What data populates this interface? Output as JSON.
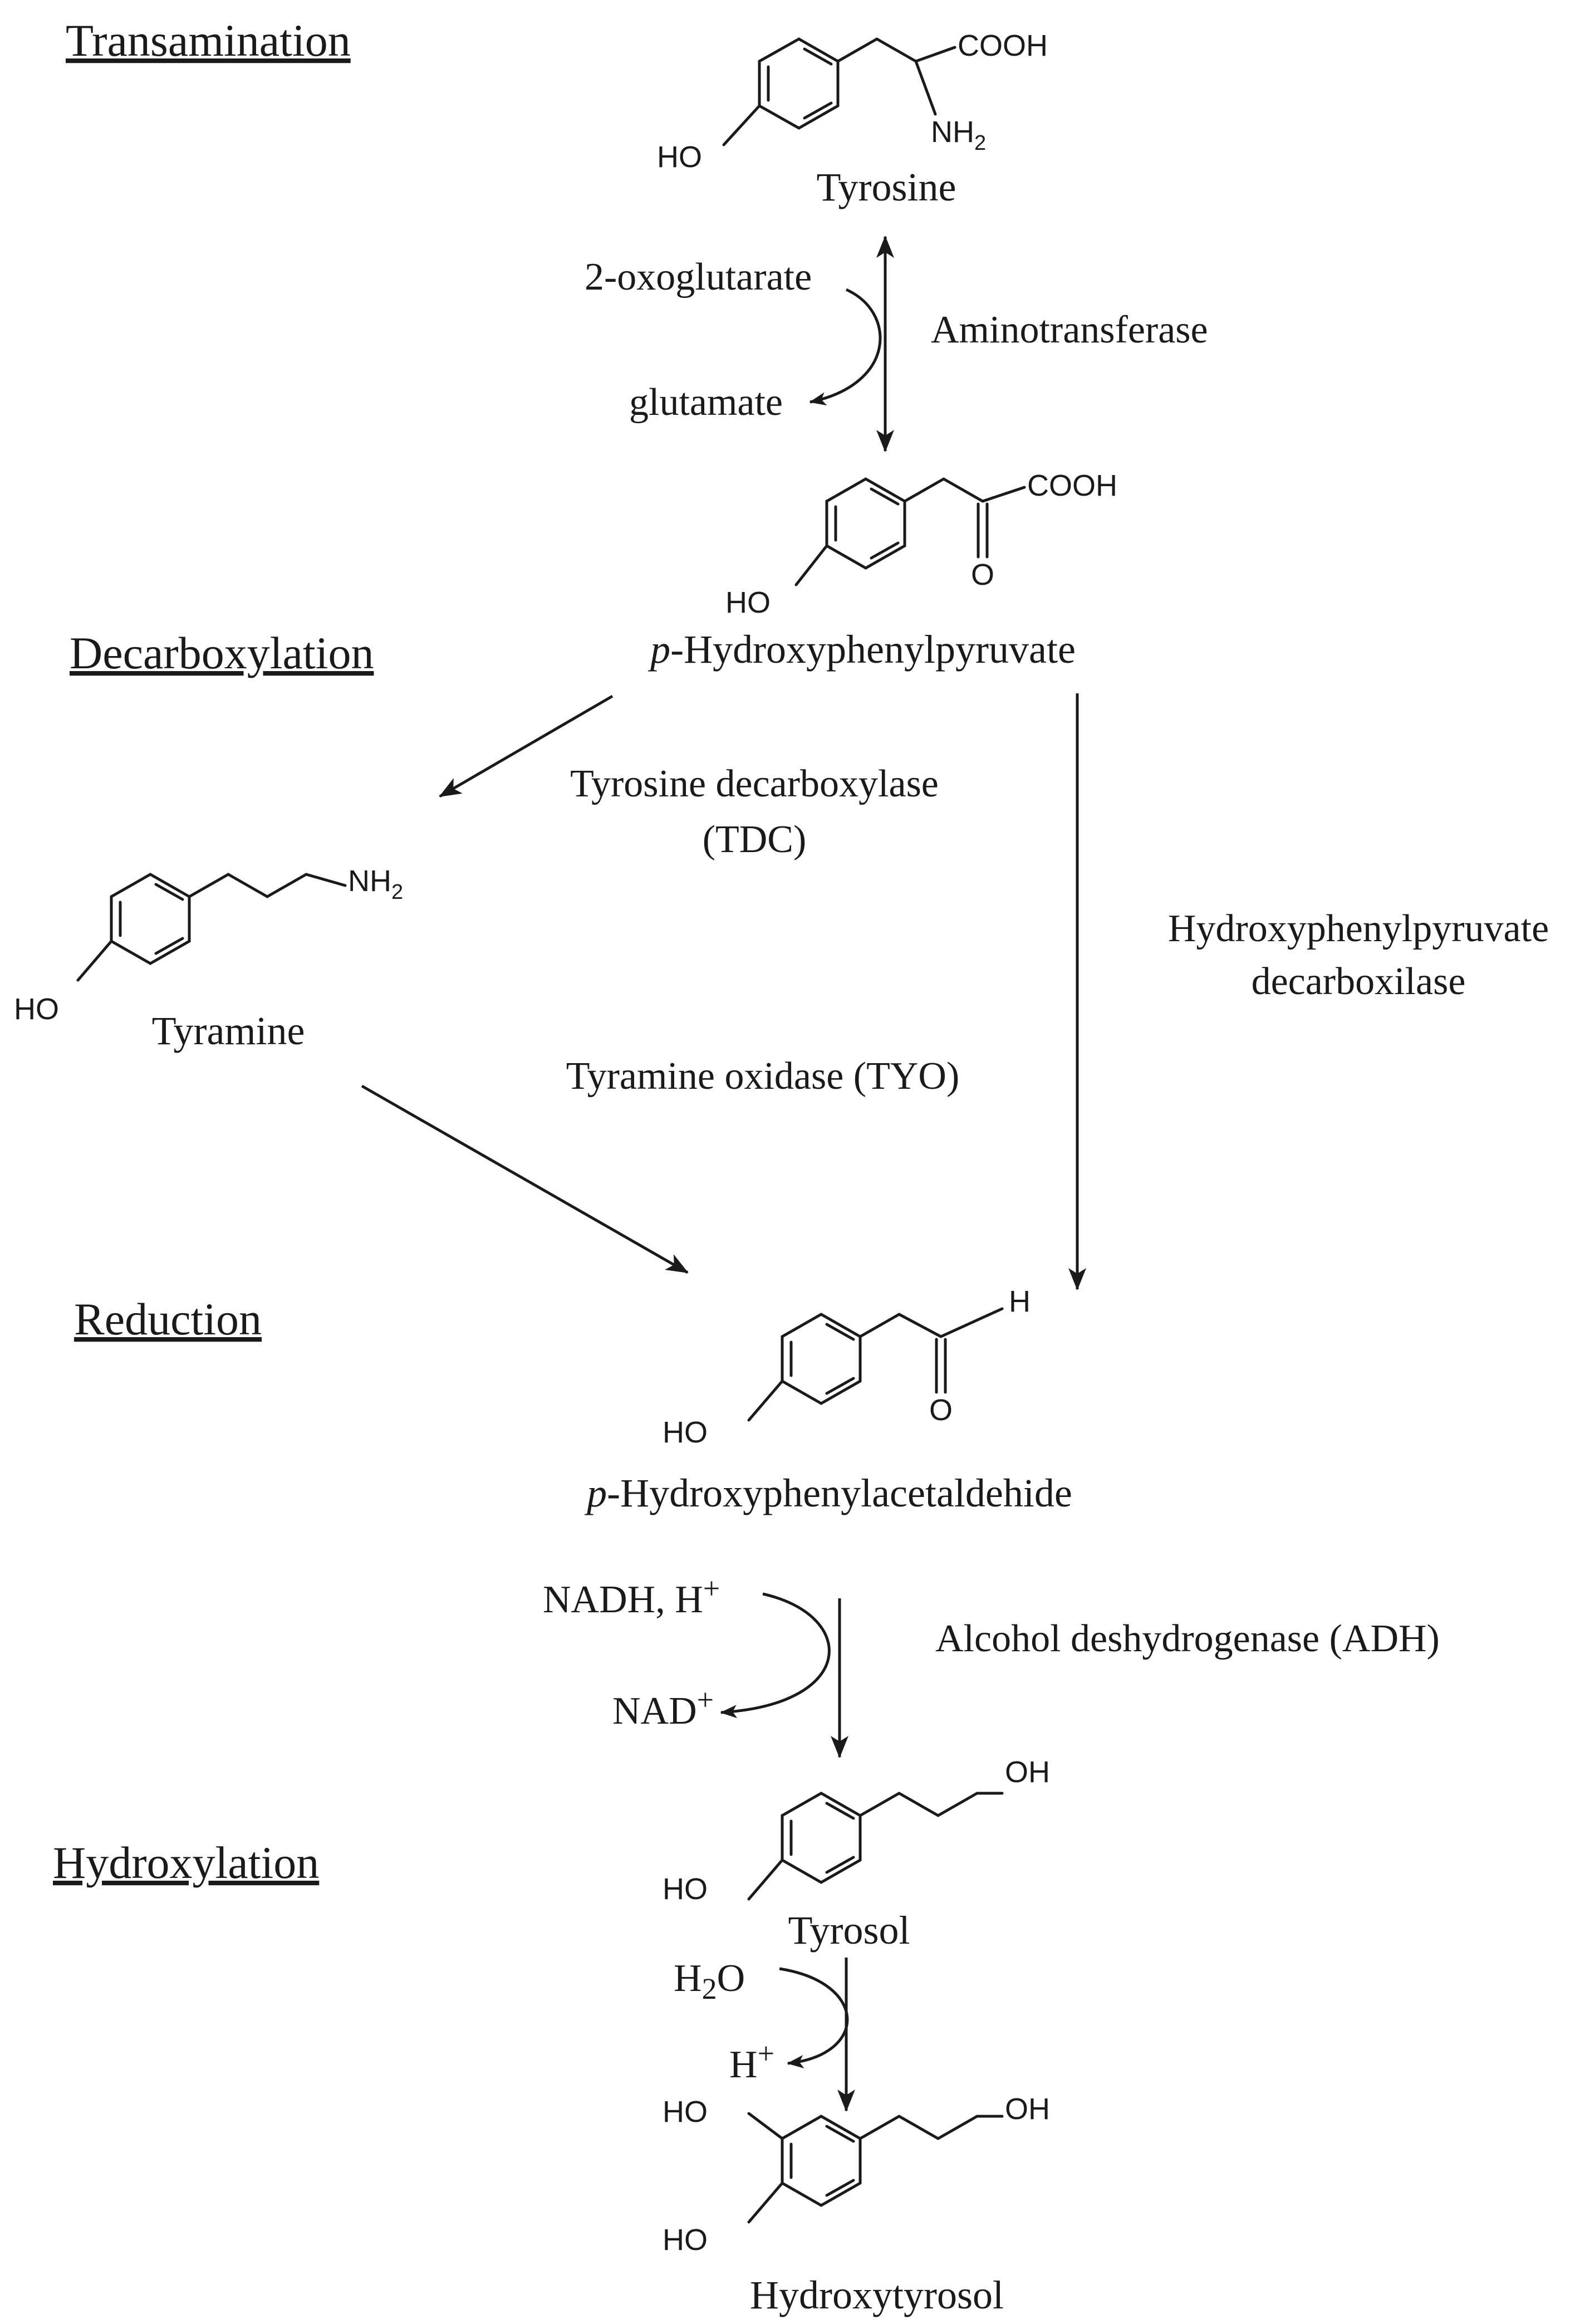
{
  "headings": {
    "transamination": "Transamination",
    "decarboxylation": "Decarboxylation",
    "reduction": "Reduction",
    "hydroxylation": "Hydroxylation"
  },
  "compounds": {
    "tyrosine": "Tyrosine",
    "hpp_prefix": "p",
    "hpp_rest": "-Hydroxyphenylpyruvate",
    "tyramine": "Tyramine",
    "hpa_prefix": "p",
    "hpa_rest": "-Hydroxyphenylacetaldehide",
    "tyrosol": "Tyrosol",
    "hydroxytyrosol": "Hydroxytyrosol"
  },
  "enzymes": {
    "aminotransferase": "Aminotransferase",
    "tdc_line1": "Tyrosine decarboxylase",
    "tdc_line2": "(TDC)",
    "hppd_line1": "Hydroxyphenylpyruvate",
    "hppd_line2": "decarboxilase",
    "tyo": "Tyramine oxidase (TYO)",
    "adh": "Alcohol deshydrogenase (ADH)"
  },
  "cosubstrates": {
    "oxoglutarate": "2-oxoglutarate",
    "glutamate": "glutamate",
    "nadh": "NADH, H",
    "nadh_sup": "+",
    "nad": "NAD",
    "nad_sup": "+",
    "h2o_h": "H",
    "h2o_sub": "2",
    "h2o_o": "O",
    "hplus": "H",
    "hplus_sup": "+"
  },
  "groups": {
    "cooh": "COOH",
    "nh": "NH",
    "nh_sub": "2",
    "ho": "HO",
    "oh": "OH",
    "o": "O",
    "h": "H"
  }
}
